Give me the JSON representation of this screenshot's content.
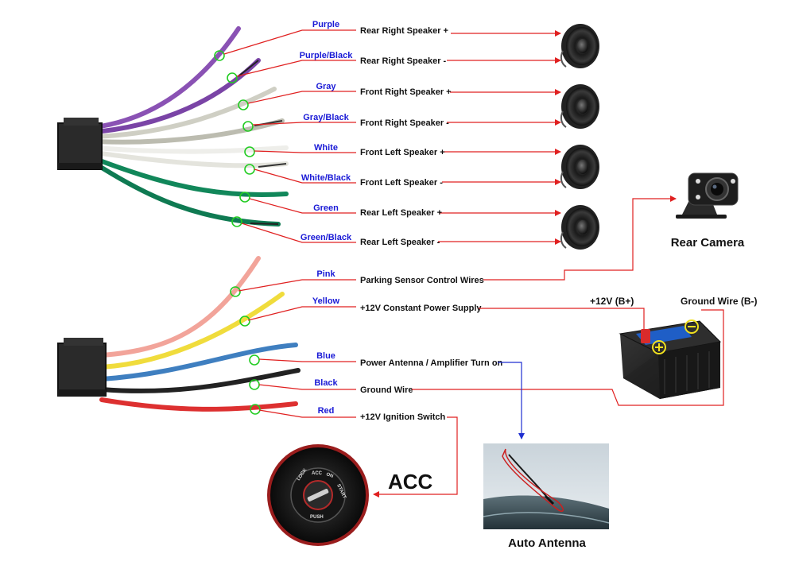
{
  "speaker_harness": {
    "wires": [
      {
        "color_name": "Purple",
        "function": "Rear Right Speaker +",
        "hex": "#8a52b4"
      },
      {
        "color_name": "Purple/Black",
        "function": "Rear Right Speaker -",
        "hex": "#7a44a6"
      },
      {
        "color_name": "Gray",
        "function": "Front Right Speaker +",
        "hex": "#cfcfc4"
      },
      {
        "color_name": "Gray/Black",
        "function": "Front Right Speaker -",
        "hex": "#bcbcb0"
      },
      {
        "color_name": "White",
        "function": "Front Left Speaker +",
        "hex": "#eeeeea"
      },
      {
        "color_name": "White/Black",
        "function": "Front Left Speaker -",
        "hex": "#e4e4dd"
      },
      {
        "color_name": "Green",
        "function": "Rear Left Speaker +",
        "hex": "#11875a"
      },
      {
        "color_name": "Green/Black",
        "function": "Rear Left Speaker -",
        "hex": "#0f7a52"
      }
    ]
  },
  "power_harness": {
    "wires": [
      {
        "color_name": "Pink",
        "function": "Parking Sensor Control Wires",
        "hex": "#f2a49a"
      },
      {
        "color_name": "Yellow",
        "function": "+12V Constant Power Supply",
        "hex": "#f0dc3c"
      },
      {
        "color_name": "Blue",
        "function": "Power Antenna / Amplifier Turn on",
        "hex": "#3f7fc0"
      },
      {
        "color_name": "Black",
        "function": "Ground Wire",
        "hex": "#222222"
      },
      {
        "color_name": "Red",
        "function": "+12V  Ignition Switch",
        "hex": "#dd3030"
      }
    ]
  },
  "devices": {
    "rear_camera": "Rear Camera",
    "battery_positive": "+12V  (B+)",
    "battery_ground": "Ground Wire (B-)",
    "acc": "ACC",
    "auto_antenna": "Auto Antenna",
    "ignition_key_text": [
      "LOCK",
      "ACC",
      "ON",
      "START",
      "PUSH"
    ]
  },
  "colors": {
    "arrow": "#e02020",
    "antenna_arrow": "#1f2fd0",
    "label_blue": "#1a1ad6",
    "junction_ring": "#22cc22"
  }
}
